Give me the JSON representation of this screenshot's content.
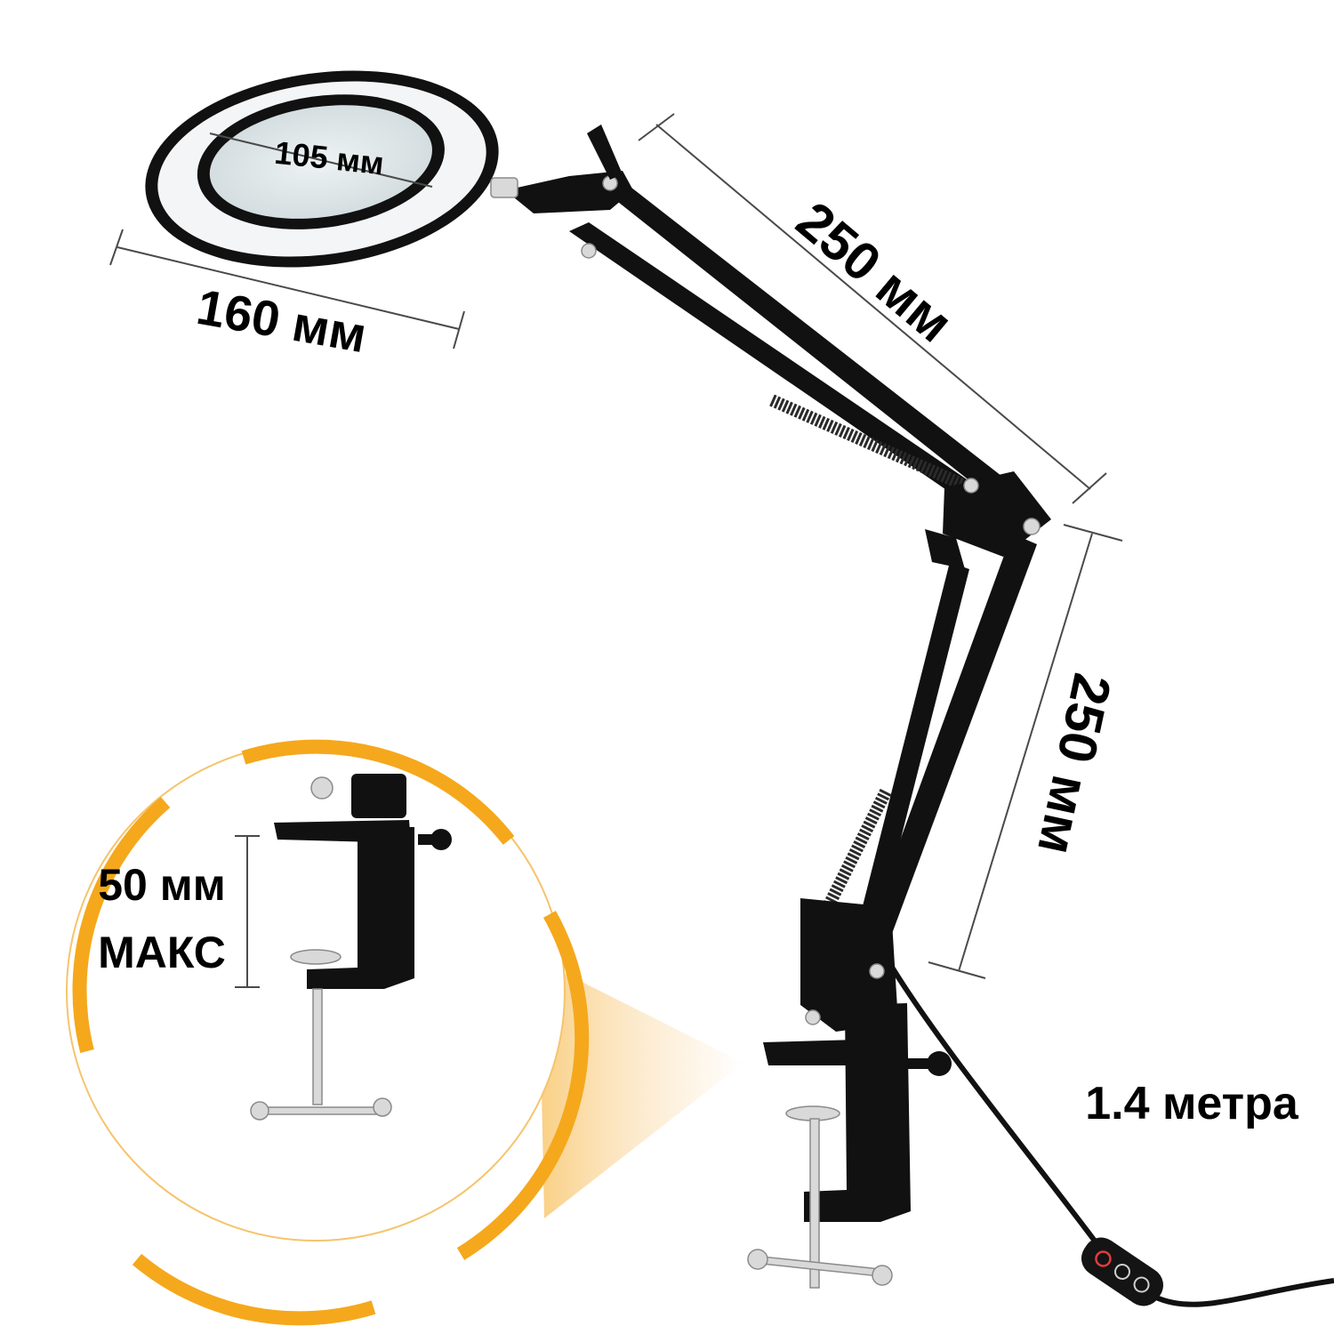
{
  "colors": {
    "accent": "#f5a81c",
    "lamp_body": "#111111",
    "led_ring": "#f4f5f7",
    "lens": "#dfe7ea",
    "metal": "#d9d9d9"
  },
  "lens_label": "105 мм",
  "ring_label": "160 мм",
  "upper_arm_label": "250 мм",
  "lower_arm_label": "250 мм",
  "clamp_label": {
    "line1": "50 мм",
    "line2": "МАКС"
  },
  "cord_label": "1.4 метра",
  "icons": [
    "power-icon",
    "brightness-icon",
    "color-mode-icon"
  ]
}
